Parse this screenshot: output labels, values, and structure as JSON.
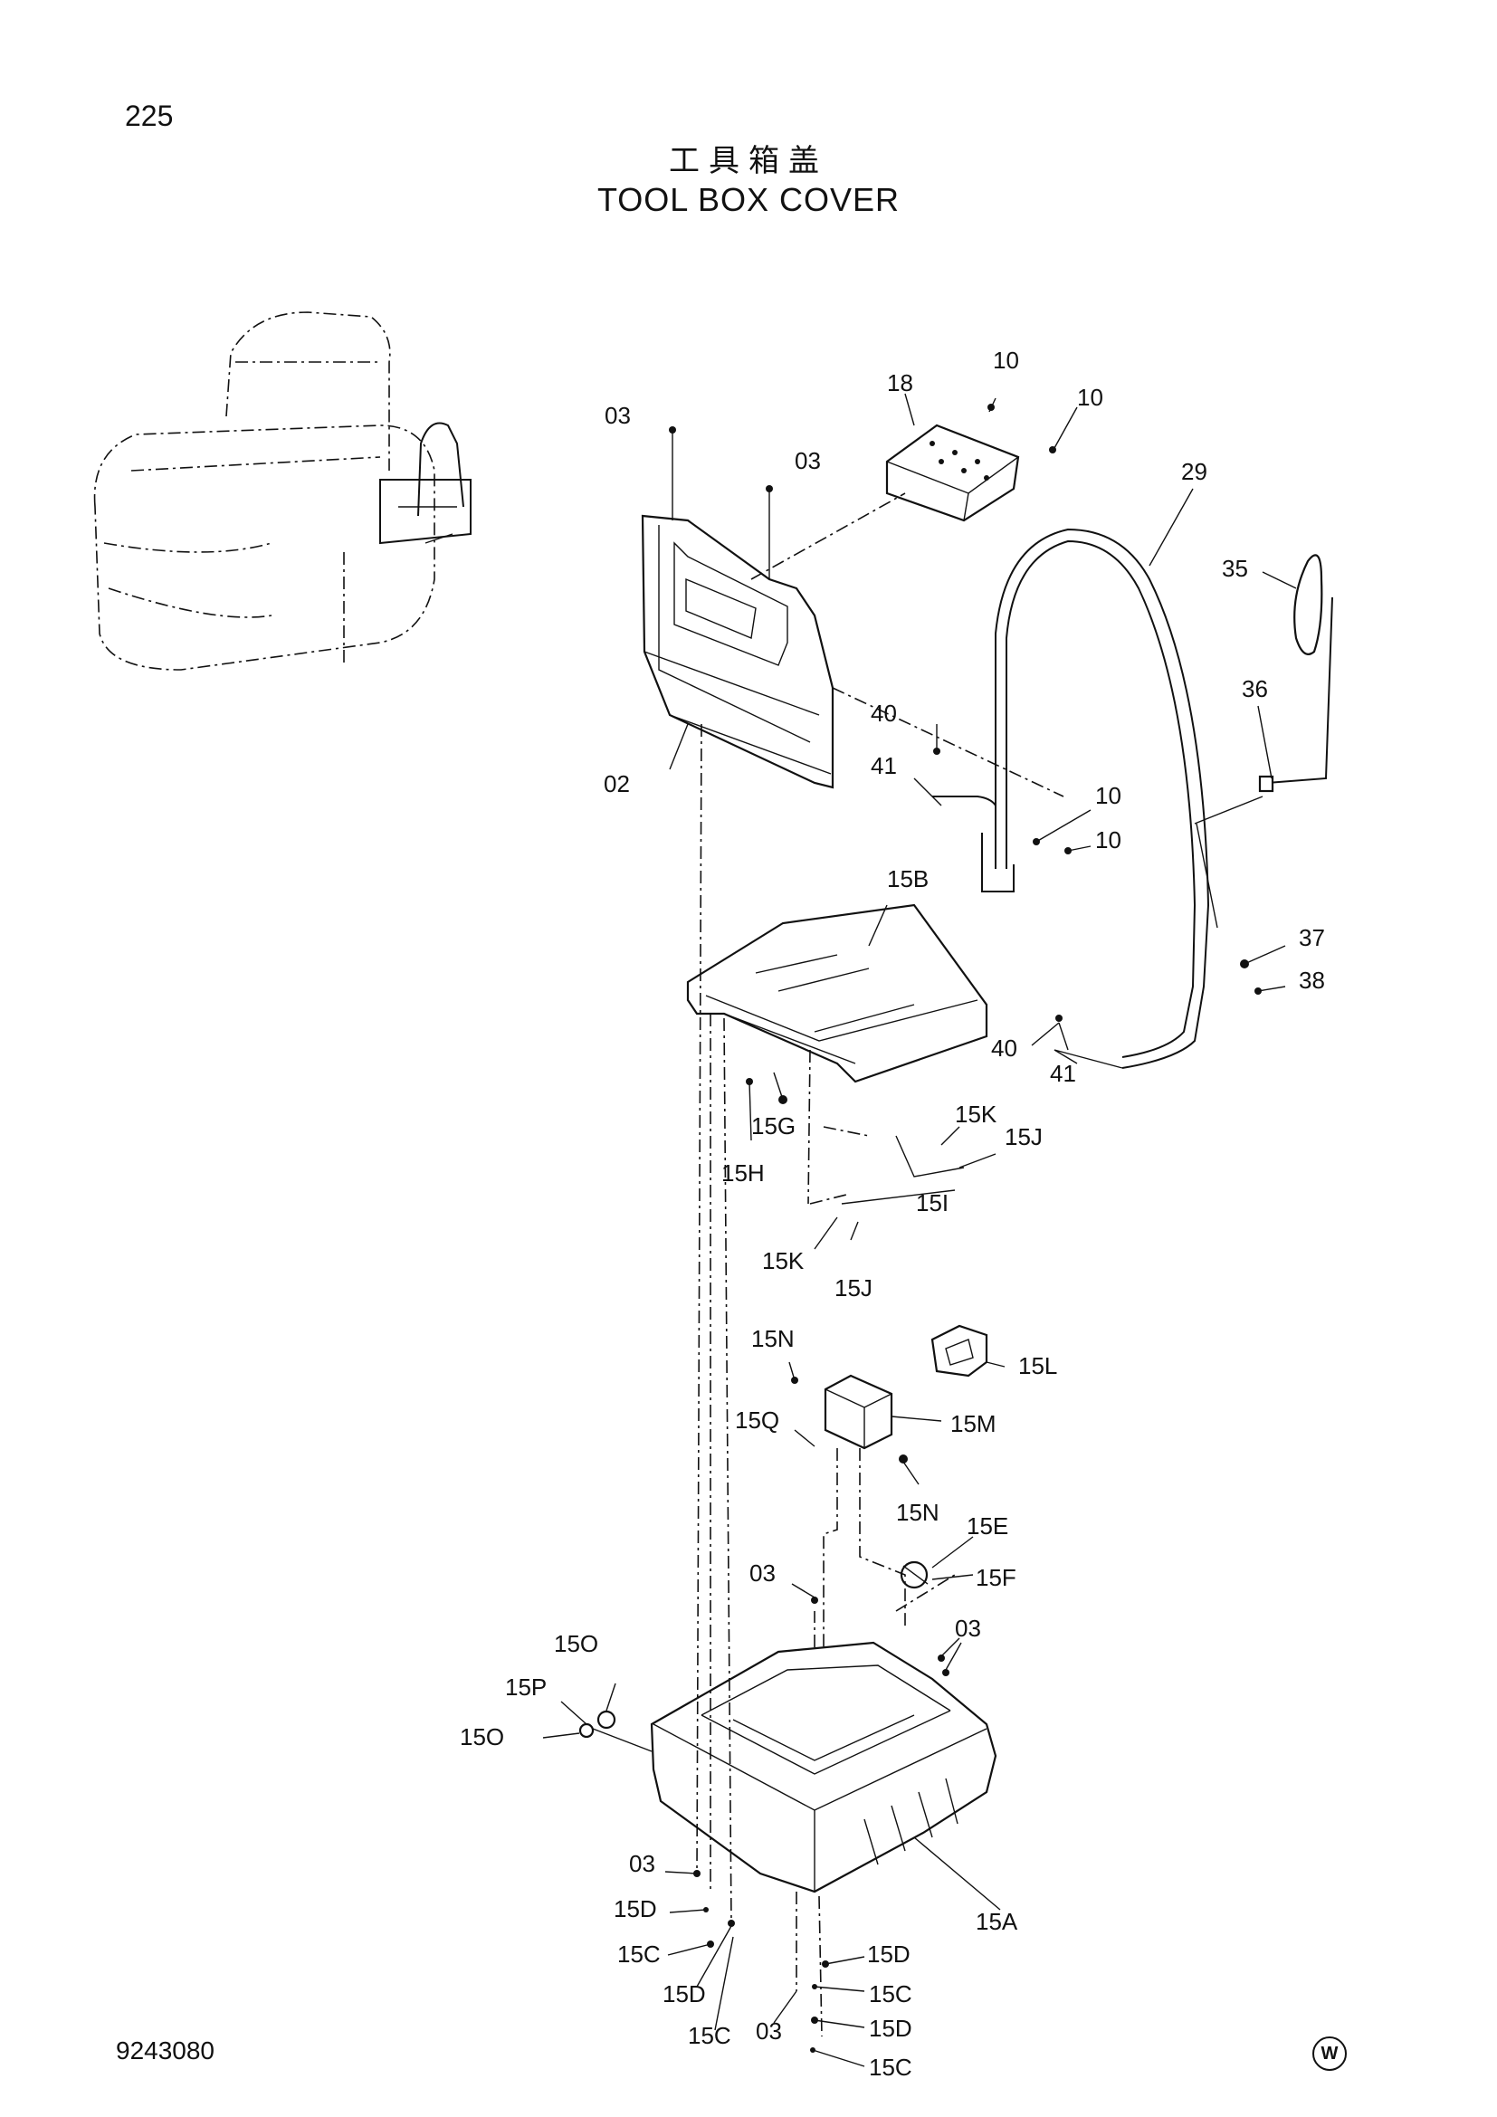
{
  "header": {
    "page_number": "225",
    "title_cn": "工具箱盖",
    "title_en": "TOOL BOX COVER"
  },
  "footer": {
    "document_number": "9243080",
    "logo_text": "W"
  },
  "callouts": [
    "03",
    "03",
    "18",
    "10",
    "10",
    "29",
    "35",
    "36",
    "40",
    "41",
    "02",
    "10",
    "10",
    "15B",
    "37",
    "38",
    "40",
    "41",
    "15K",
    "15J",
    "15G",
    "15H",
    "15I",
    "15K",
    "15J",
    "15N",
    "15L",
    "15Q",
    "15M",
    "15N",
    "15E",
    "03",
    "15F",
    "03",
    "15O",
    "15P",
    "15O",
    "03",
    "15A",
    "15D",
    "15C",
    "15D",
    "15D",
    "15C",
    "03",
    "15C",
    "15D",
    "15C"
  ]
}
